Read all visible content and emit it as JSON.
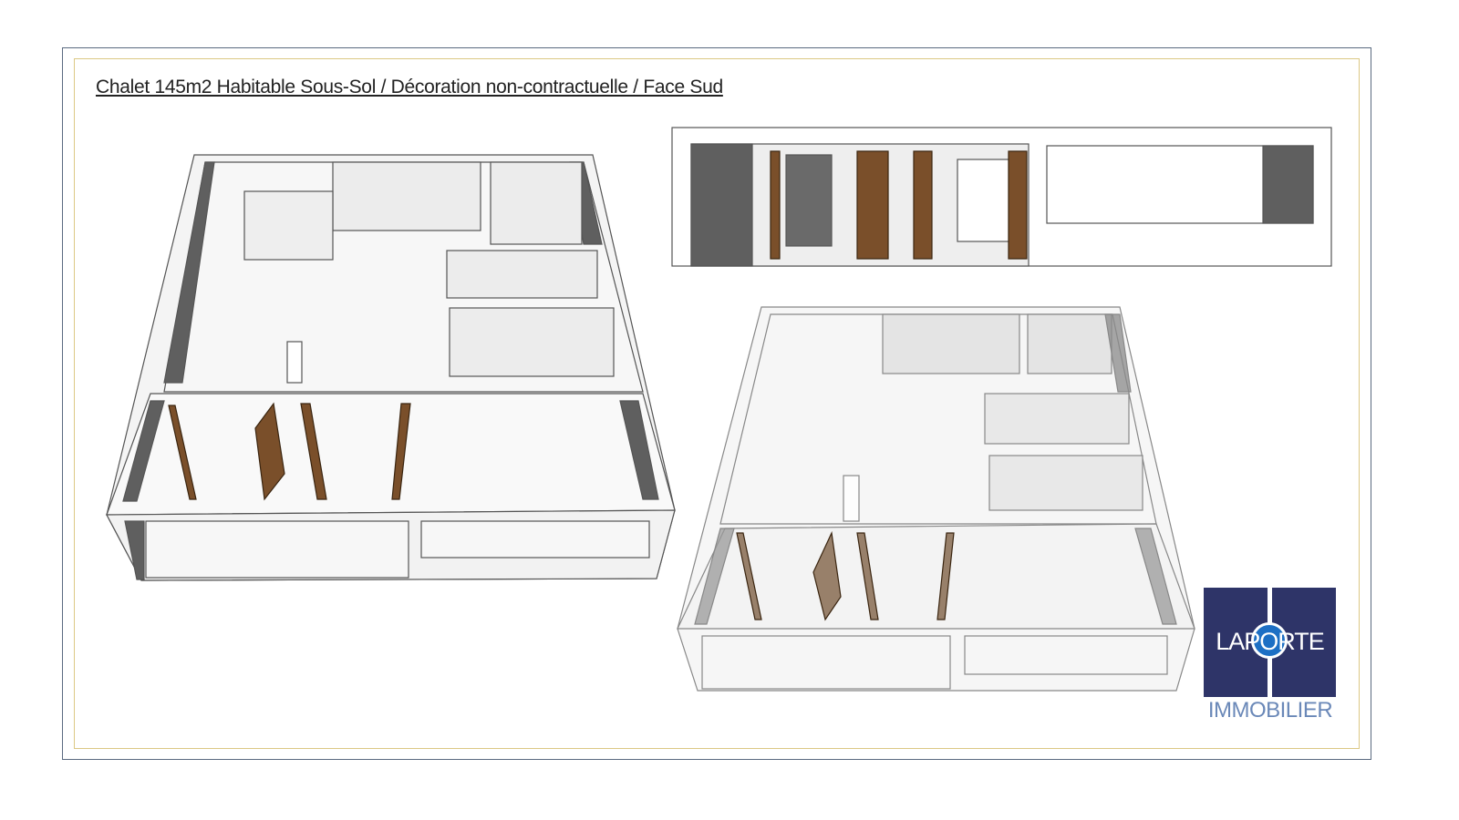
{
  "title": "Chalet 145m2 Habitable Sous-Sol / Décoration non-contractuelle / Face Sud",
  "logo": {
    "brand": "LAPORTE",
    "sub": "IMMOBILIER",
    "bg_color": "#2e3468",
    "accent_color": "#1d6fc4"
  },
  "colors": {
    "frame": "#5a6a80",
    "inner_frame": "#dcc884",
    "wood": "#7a4f2a",
    "wall_shadow": "#5f5f5f"
  }
}
